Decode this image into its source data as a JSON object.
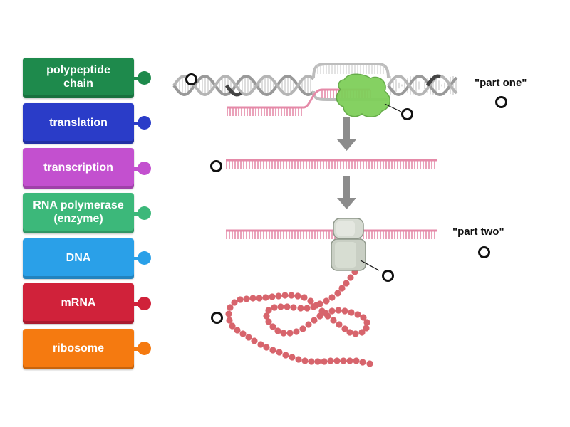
{
  "labels": [
    {
      "text": "polypeptide\nchain",
      "color": "#1e8a4c"
    },
    {
      "text": "translation",
      "color": "#2a3cc8"
    },
    {
      "text": "transcription",
      "color": "#c350cf"
    },
    {
      "text": "RNA polymerase\n(enzyme)",
      "color": "#3cb87a"
    },
    {
      "text": "DNA",
      "color": "#2aa0e8"
    },
    {
      "text": "mRNA",
      "color": "#d0223a"
    },
    {
      "text": "ribosome",
      "color": "#f57a10"
    }
  ],
  "diagram": {
    "part_one_label": "\"part one\"",
    "part_two_label": "\"part two\""
  },
  "colors": {
    "mrna": "#e58aa8",
    "dna": "#999999",
    "polymerase": "#7fcf5a",
    "chain": "#d7646c"
  }
}
